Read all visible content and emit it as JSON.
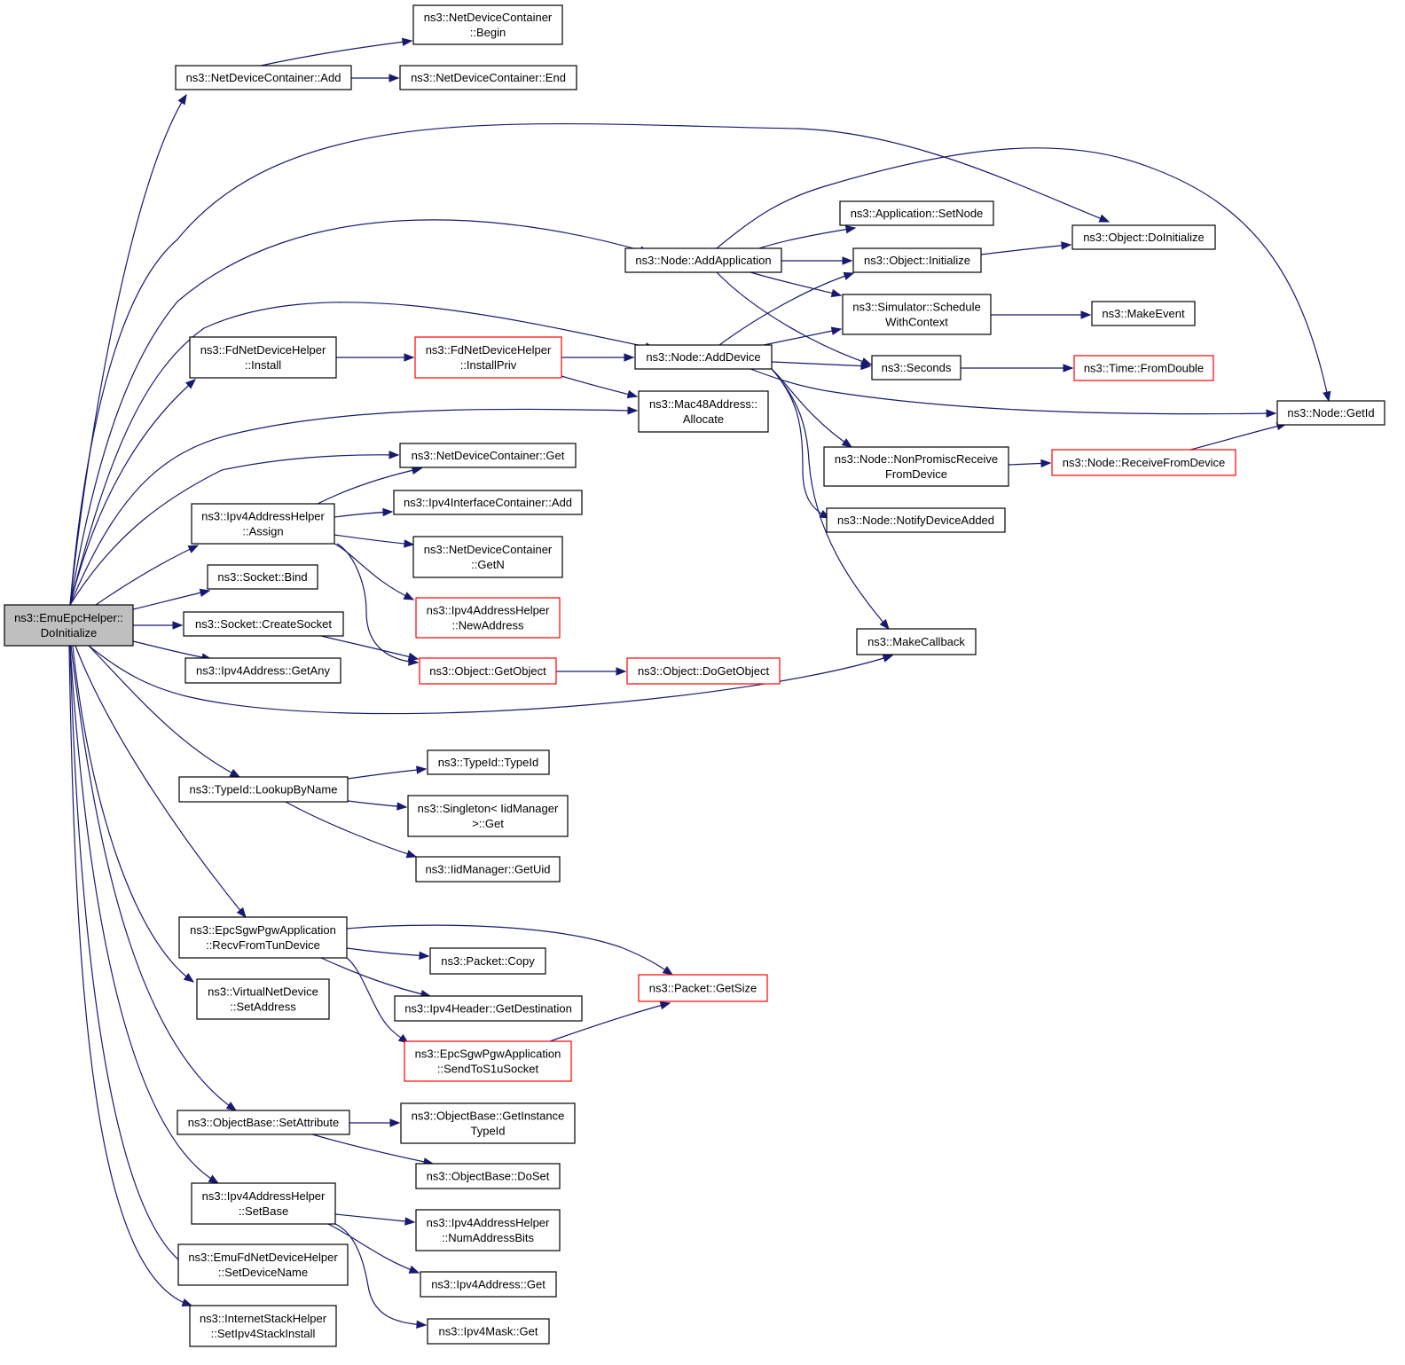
{
  "graph": {
    "nodes": [
      {
        "id": "root",
        "lines": [
          "ns3::EmuEpcHelper::",
          "DoInitialize"
        ],
        "root": true
      },
      {
        "id": "ndc_add",
        "lines": [
          "ns3::NetDeviceContainer::Add"
        ]
      },
      {
        "id": "ndc_begin",
        "lines": [
          "ns3::NetDeviceContainer",
          "::Begin"
        ]
      },
      {
        "id": "ndc_end",
        "lines": [
          "ns3::NetDeviceContainer::End"
        ]
      },
      {
        "id": "obj_doinit",
        "lines": [
          "ns3::Object::DoInitialize"
        ]
      },
      {
        "id": "app_setnode",
        "lines": [
          "ns3::Application::SetNode"
        ]
      },
      {
        "id": "node_addapp",
        "lines": [
          "ns3::Node::AddApplication"
        ]
      },
      {
        "id": "obj_init",
        "lines": [
          "ns3::Object::Initialize"
        ]
      },
      {
        "id": "sim_sched",
        "lines": [
          "ns3::Simulator::Schedule",
          "WithContext"
        ]
      },
      {
        "id": "makeevent",
        "lines": [
          "ns3::MakeEvent"
        ]
      },
      {
        "id": "fd_install",
        "lines": [
          "ns3::FdNetDeviceHelper",
          "::Install"
        ]
      },
      {
        "id": "fd_installpriv",
        "lines": [
          "ns3::FdNetDeviceHelper",
          "::InstallPriv"
        ],
        "red": true
      },
      {
        "id": "node_adddev",
        "lines": [
          "ns3::Node::AddDevice"
        ]
      },
      {
        "id": "seconds",
        "lines": [
          "ns3::Seconds"
        ]
      },
      {
        "id": "fromdouble",
        "lines": [
          "ns3::Time::FromDouble"
        ],
        "red": true
      },
      {
        "id": "mac48",
        "lines": [
          "ns3::Mac48Address::",
          "Allocate"
        ]
      },
      {
        "id": "node_getid",
        "lines": [
          "ns3::Node::GetId"
        ]
      },
      {
        "id": "ndc_get",
        "lines": [
          "ns3::NetDeviceContainer::Get"
        ]
      },
      {
        "id": "nonpromisc",
        "lines": [
          "ns3::Node::NonPromiscReceive",
          "FromDevice"
        ]
      },
      {
        "id": "recvfromdev",
        "lines": [
          "ns3::Node::ReceiveFromDevice"
        ],
        "red": true
      },
      {
        "id": "ipv4ah_assign",
        "lines": [
          "ns3::Ipv4AddressHelper",
          "::Assign"
        ]
      },
      {
        "id": "ipv4ic_add",
        "lines": [
          "ns3::Ipv4InterfaceContainer::Add"
        ]
      },
      {
        "id": "notifydev",
        "lines": [
          "ns3::Node::NotifyDeviceAdded"
        ]
      },
      {
        "id": "ndc_getn",
        "lines": [
          "ns3::NetDeviceContainer",
          "::GetN"
        ]
      },
      {
        "id": "sock_bind",
        "lines": [
          "ns3::Socket::Bind"
        ]
      },
      {
        "id": "ipv4ah_newaddr",
        "lines": [
          "ns3::Ipv4AddressHelper",
          "::NewAddress"
        ],
        "red": true
      },
      {
        "id": "sock_create",
        "lines": [
          "ns3::Socket::CreateSocket"
        ]
      },
      {
        "id": "makecallback",
        "lines": [
          "ns3::MakeCallback"
        ]
      },
      {
        "id": "ipv4a_getany",
        "lines": [
          "ns3::Ipv4Address::GetAny"
        ]
      },
      {
        "id": "obj_getobj",
        "lines": [
          "ns3::Object::GetObject"
        ],
        "red": true
      },
      {
        "id": "obj_dogetobj",
        "lines": [
          "ns3::Object::DoGetObject"
        ],
        "red": true
      },
      {
        "id": "typeid_typeid",
        "lines": [
          "ns3::TypeId::TypeId"
        ]
      },
      {
        "id": "typeid_lookup",
        "lines": [
          "ns3::TypeId::LookupByName"
        ]
      },
      {
        "id": "singleton",
        "lines": [
          "ns3::Singleton< IidManager",
          ">::Get"
        ]
      },
      {
        "id": "iid_getuid",
        "lines": [
          "ns3::IidManager::GetUid"
        ]
      },
      {
        "id": "epc_recv",
        "lines": [
          "ns3::EpcSgwPgwApplication",
          "::RecvFromTunDevice"
        ]
      },
      {
        "id": "pkt_copy",
        "lines": [
          "ns3::Packet::Copy"
        ]
      },
      {
        "id": "pkt_getsize",
        "lines": [
          "ns3::Packet::GetSize"
        ],
        "red": true
      },
      {
        "id": "vnd_setaddr",
        "lines": [
          "ns3::VirtualNetDevice",
          "::SetAddress"
        ]
      },
      {
        "id": "ipv4h_getdest",
        "lines": [
          "ns3::Ipv4Header::GetDestination"
        ]
      },
      {
        "id": "epc_sendtos1u",
        "lines": [
          "ns3::EpcSgwPgwApplication",
          "::SendToS1uSocket"
        ],
        "red": true
      },
      {
        "id": "ob_setattr",
        "lines": [
          "ns3::ObjectBase::SetAttribute"
        ]
      },
      {
        "id": "ob_getinst",
        "lines": [
          "ns3::ObjectBase::GetInstance",
          "TypeId"
        ]
      },
      {
        "id": "ob_doset",
        "lines": [
          "ns3::ObjectBase::DoSet"
        ]
      },
      {
        "id": "ipv4ah_setbase",
        "lines": [
          "ns3::Ipv4AddressHelper",
          "::SetBase"
        ]
      },
      {
        "id": "ipv4ah_numbits",
        "lines": [
          "ns3::Ipv4AddressHelper",
          "::NumAddressBits"
        ]
      },
      {
        "id": "emufd_setname",
        "lines": [
          "ns3::EmuFdNetDeviceHelper",
          "::SetDeviceName"
        ]
      },
      {
        "id": "ipv4a_get",
        "lines": [
          "ns3::Ipv4Address::Get"
        ]
      },
      {
        "id": "ish_setinstall",
        "lines": [
          "ns3::InternetStackHelper",
          "::SetIpv4StackInstall"
        ]
      },
      {
        "id": "ipv4m_get",
        "lines": [
          "ns3::Ipv4Mask::Get"
        ]
      }
    ],
    "edges": [
      [
        "root",
        "ndc_add"
      ],
      [
        "root",
        "obj_doinit"
      ],
      [
        "root",
        "node_addapp"
      ],
      [
        "root",
        "node_adddev"
      ],
      [
        "root",
        "fd_install"
      ],
      [
        "root",
        "mac48"
      ],
      [
        "root",
        "ndc_get"
      ],
      [
        "root",
        "ipv4ah_assign"
      ],
      [
        "root",
        "sock_bind"
      ],
      [
        "root",
        "sock_create"
      ],
      [
        "root",
        "ipv4a_getany"
      ],
      [
        "root",
        "makecallback"
      ],
      [
        "root",
        "typeid_lookup"
      ],
      [
        "root",
        "epc_recv"
      ],
      [
        "root",
        "vnd_setaddr"
      ],
      [
        "root",
        "ob_setattr"
      ],
      [
        "root",
        "ipv4ah_setbase"
      ],
      [
        "root",
        "emufd_setname"
      ],
      [
        "root",
        "ish_setinstall"
      ],
      [
        "ndc_add",
        "ndc_begin"
      ],
      [
        "ndc_add",
        "ndc_end"
      ],
      [
        "node_addapp",
        "app_setnode"
      ],
      [
        "node_addapp",
        "obj_init"
      ],
      [
        "node_addapp",
        "sim_sched"
      ],
      [
        "node_addapp",
        "seconds"
      ],
      [
        "node_addapp",
        "node_getid"
      ],
      [
        "obj_init",
        "obj_doinit"
      ],
      [
        "sim_sched",
        "makeevent"
      ],
      [
        "fd_install",
        "fd_installpriv"
      ],
      [
        "fd_installpriv",
        "node_adddev"
      ],
      [
        "fd_installpriv",
        "mac48"
      ],
      [
        "node_adddev",
        "obj_init"
      ],
      [
        "node_adddev",
        "sim_sched"
      ],
      [
        "node_adddev",
        "seconds"
      ],
      [
        "node_adddev",
        "node_getid"
      ],
      [
        "node_adddev",
        "nonpromisc"
      ],
      [
        "node_adddev",
        "notifydev"
      ],
      [
        "node_adddev",
        "makecallback"
      ],
      [
        "seconds",
        "fromdouble"
      ],
      [
        "nonpromisc",
        "recvfromdev"
      ],
      [
        "recvfromdev",
        "node_getid"
      ],
      [
        "ipv4ah_assign",
        "ndc_get"
      ],
      [
        "ipv4ah_assign",
        "ipv4ic_add"
      ],
      [
        "ipv4ah_assign",
        "ndc_getn"
      ],
      [
        "ipv4ah_assign",
        "ipv4ah_newaddr"
      ],
      [
        "ipv4ah_assign",
        "obj_getobj"
      ],
      [
        "sock_create",
        "obj_getobj"
      ],
      [
        "obj_getobj",
        "obj_dogetobj"
      ],
      [
        "typeid_lookup",
        "typeid_typeid"
      ],
      [
        "typeid_lookup",
        "singleton"
      ],
      [
        "typeid_lookup",
        "iid_getuid"
      ],
      [
        "epc_recv",
        "pkt_getsize"
      ],
      [
        "epc_recv",
        "pkt_copy"
      ],
      [
        "epc_recv",
        "ipv4h_getdest"
      ],
      [
        "epc_recv",
        "epc_sendtos1u"
      ],
      [
        "epc_sendtos1u",
        "pkt_getsize"
      ],
      [
        "ob_setattr",
        "ob_getinst"
      ],
      [
        "ob_setattr",
        "ob_doset"
      ],
      [
        "ipv4ah_setbase",
        "ipv4ah_numbits"
      ],
      [
        "ipv4ah_setbase",
        "ipv4a_get"
      ],
      [
        "ipv4ah_setbase",
        "ipv4m_get"
      ]
    ]
  },
  "colors": {
    "edge": "#191970",
    "node_border": "#000000",
    "node_border_truncated": "#ff0000",
    "root_fill": "#bfbfbf",
    "node_fill": "#ffffff"
  }
}
